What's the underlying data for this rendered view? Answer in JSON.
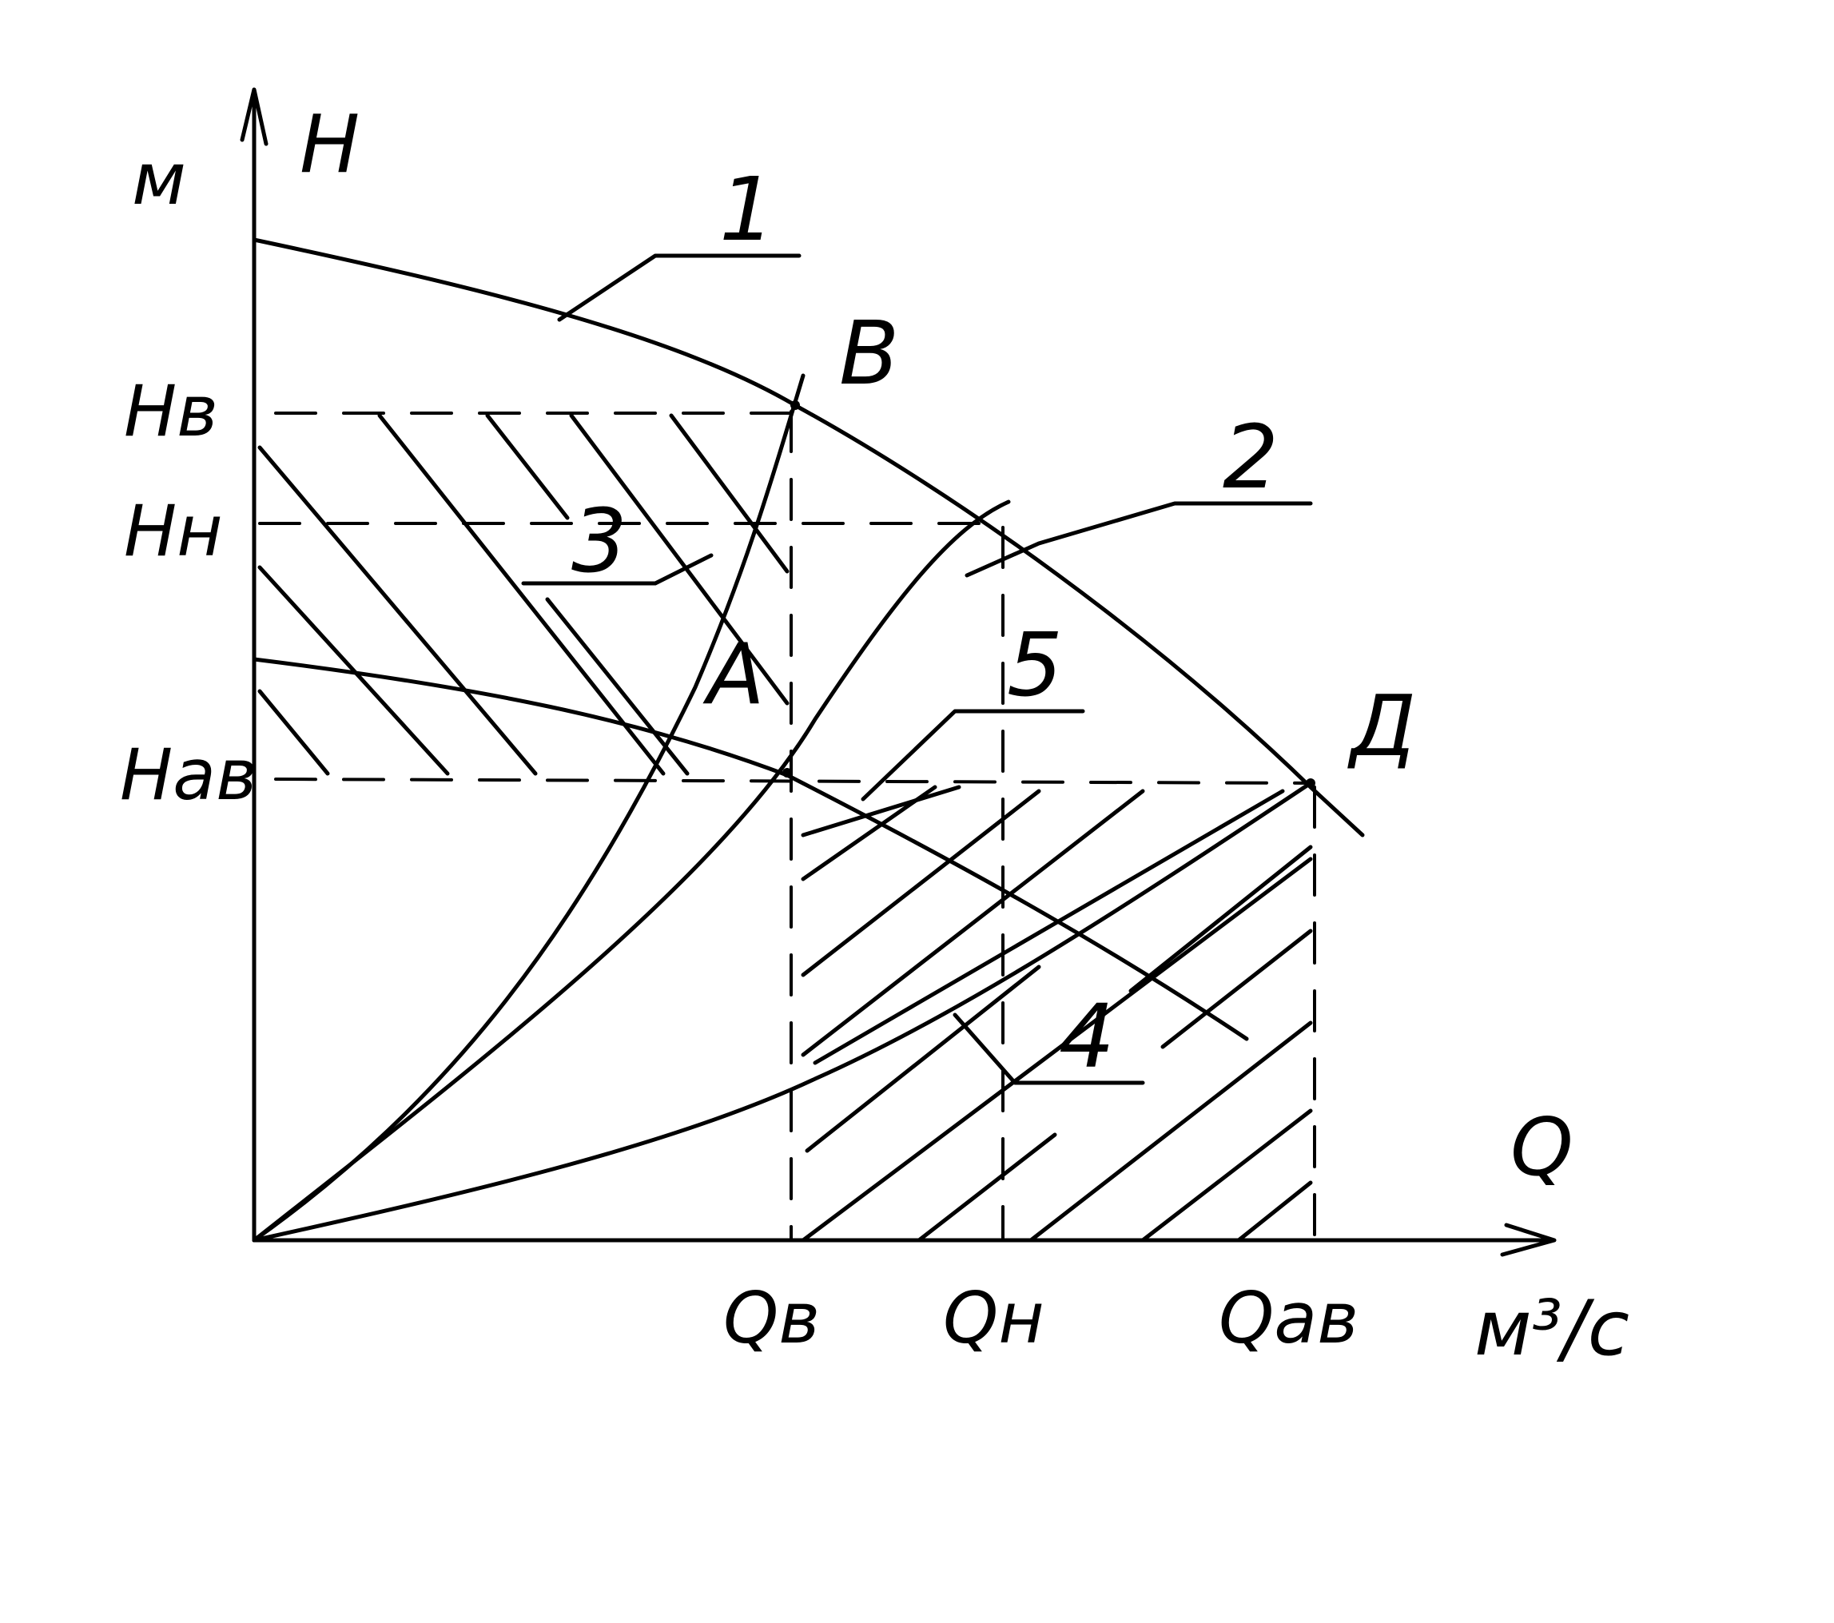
{
  "axis_labels": {
    "y_unit": "м",
    "y_name": "H",
    "x_name": "Q",
    "x_unit": "м³/с"
  },
  "y_ticks": {
    "h_v": "Hв",
    "h_n": "Hн",
    "h_av": "Hав"
  },
  "x_ticks": {
    "q_v": "Qв",
    "q_n": "Qн",
    "q_av": "Qав"
  },
  "point_labels": {
    "b": "B",
    "a": "A",
    "d": "Д"
  },
  "curve_labels": {
    "c1": "1",
    "c2": "2",
    "c3": "3",
    "c4": "4",
    "c5": "5"
  },
  "colors": {
    "ink": "#000000",
    "paper": "#ffffff"
  }
}
